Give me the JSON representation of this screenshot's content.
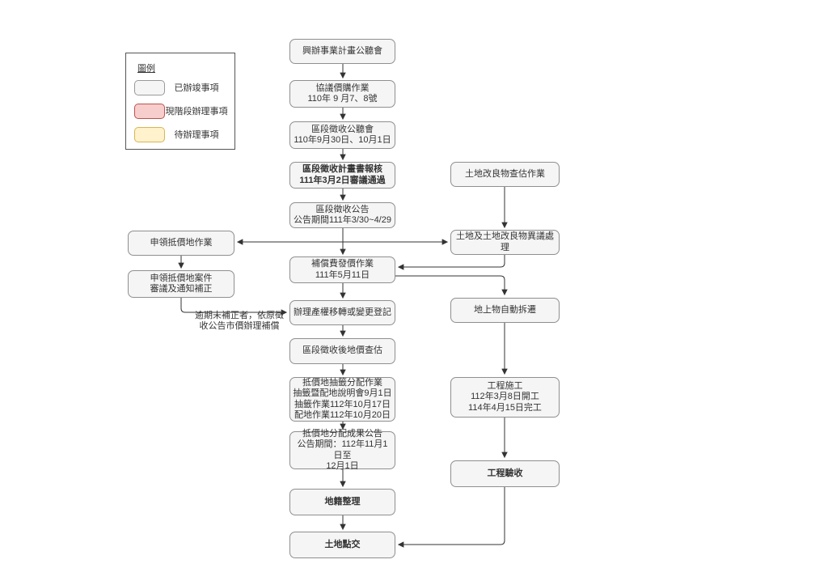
{
  "legend": {
    "title": "圖例",
    "items": [
      {
        "label": "已辦竣事項",
        "status": "completed",
        "fill": "#f5f5f5",
        "border": "#999999"
      },
      {
        "label": "現階段辦理事項",
        "status": "current",
        "fill": "#f8cecc",
        "border": "#b85450"
      },
      {
        "label": "待辦理事項",
        "status": "pending",
        "fill": "#fff2cc",
        "border": "#d6b656"
      }
    ]
  },
  "colors": {
    "node_fill": "#f5f5f5",
    "node_border": "#8f8f8f",
    "connector": "#333333",
    "text": "#333333"
  },
  "nodes": [
    {
      "text": "興辦事業計畫公聽會"
    },
    {
      "text": "協議價購作業\n110年 9 月7、8號"
    },
    {
      "text": "區段徵收公聽會\n110年9月30日、10月1日"
    },
    {
      "text": "區段徵收計畫書報核\n111年3月2日審議通過"
    },
    {
      "text": "區段徵收公告\n公告期間111年3/30~4/29"
    },
    {
      "text": "補償費發價作業\n111年5月11日"
    },
    {
      "text": "辦理產權移轉或變更登記"
    },
    {
      "text": "區段徵收後地價查估"
    },
    {
      "text": "抵價地抽籤分配作業\n抽籤暨配地說明會9月1日\n抽籤作業112年10月17日\n配地作業112年10月20日"
    },
    {
      "text": "抵價地分配成果公告\n公告期間：112年11月1日至\n12月1日"
    },
    {
      "text": "地籍整理"
    },
    {
      "text": "土地點交"
    },
    {
      "text": "申領抵價地作業"
    },
    {
      "text": "申領抵價地案件\n審議及通知補正"
    },
    {
      "text": "土地改良物查估作業"
    },
    {
      "text": "土地及土地改良物異議處理"
    },
    {
      "text": "地上物自動拆遷"
    },
    {
      "text": "工程施工\n112年3月8日開工\n114年4月15日完工"
    },
    {
      "text": "工程驗收"
    }
  ],
  "edge_label": "逾期未補正者，依原徵\n收公告市價辦理補償"
}
